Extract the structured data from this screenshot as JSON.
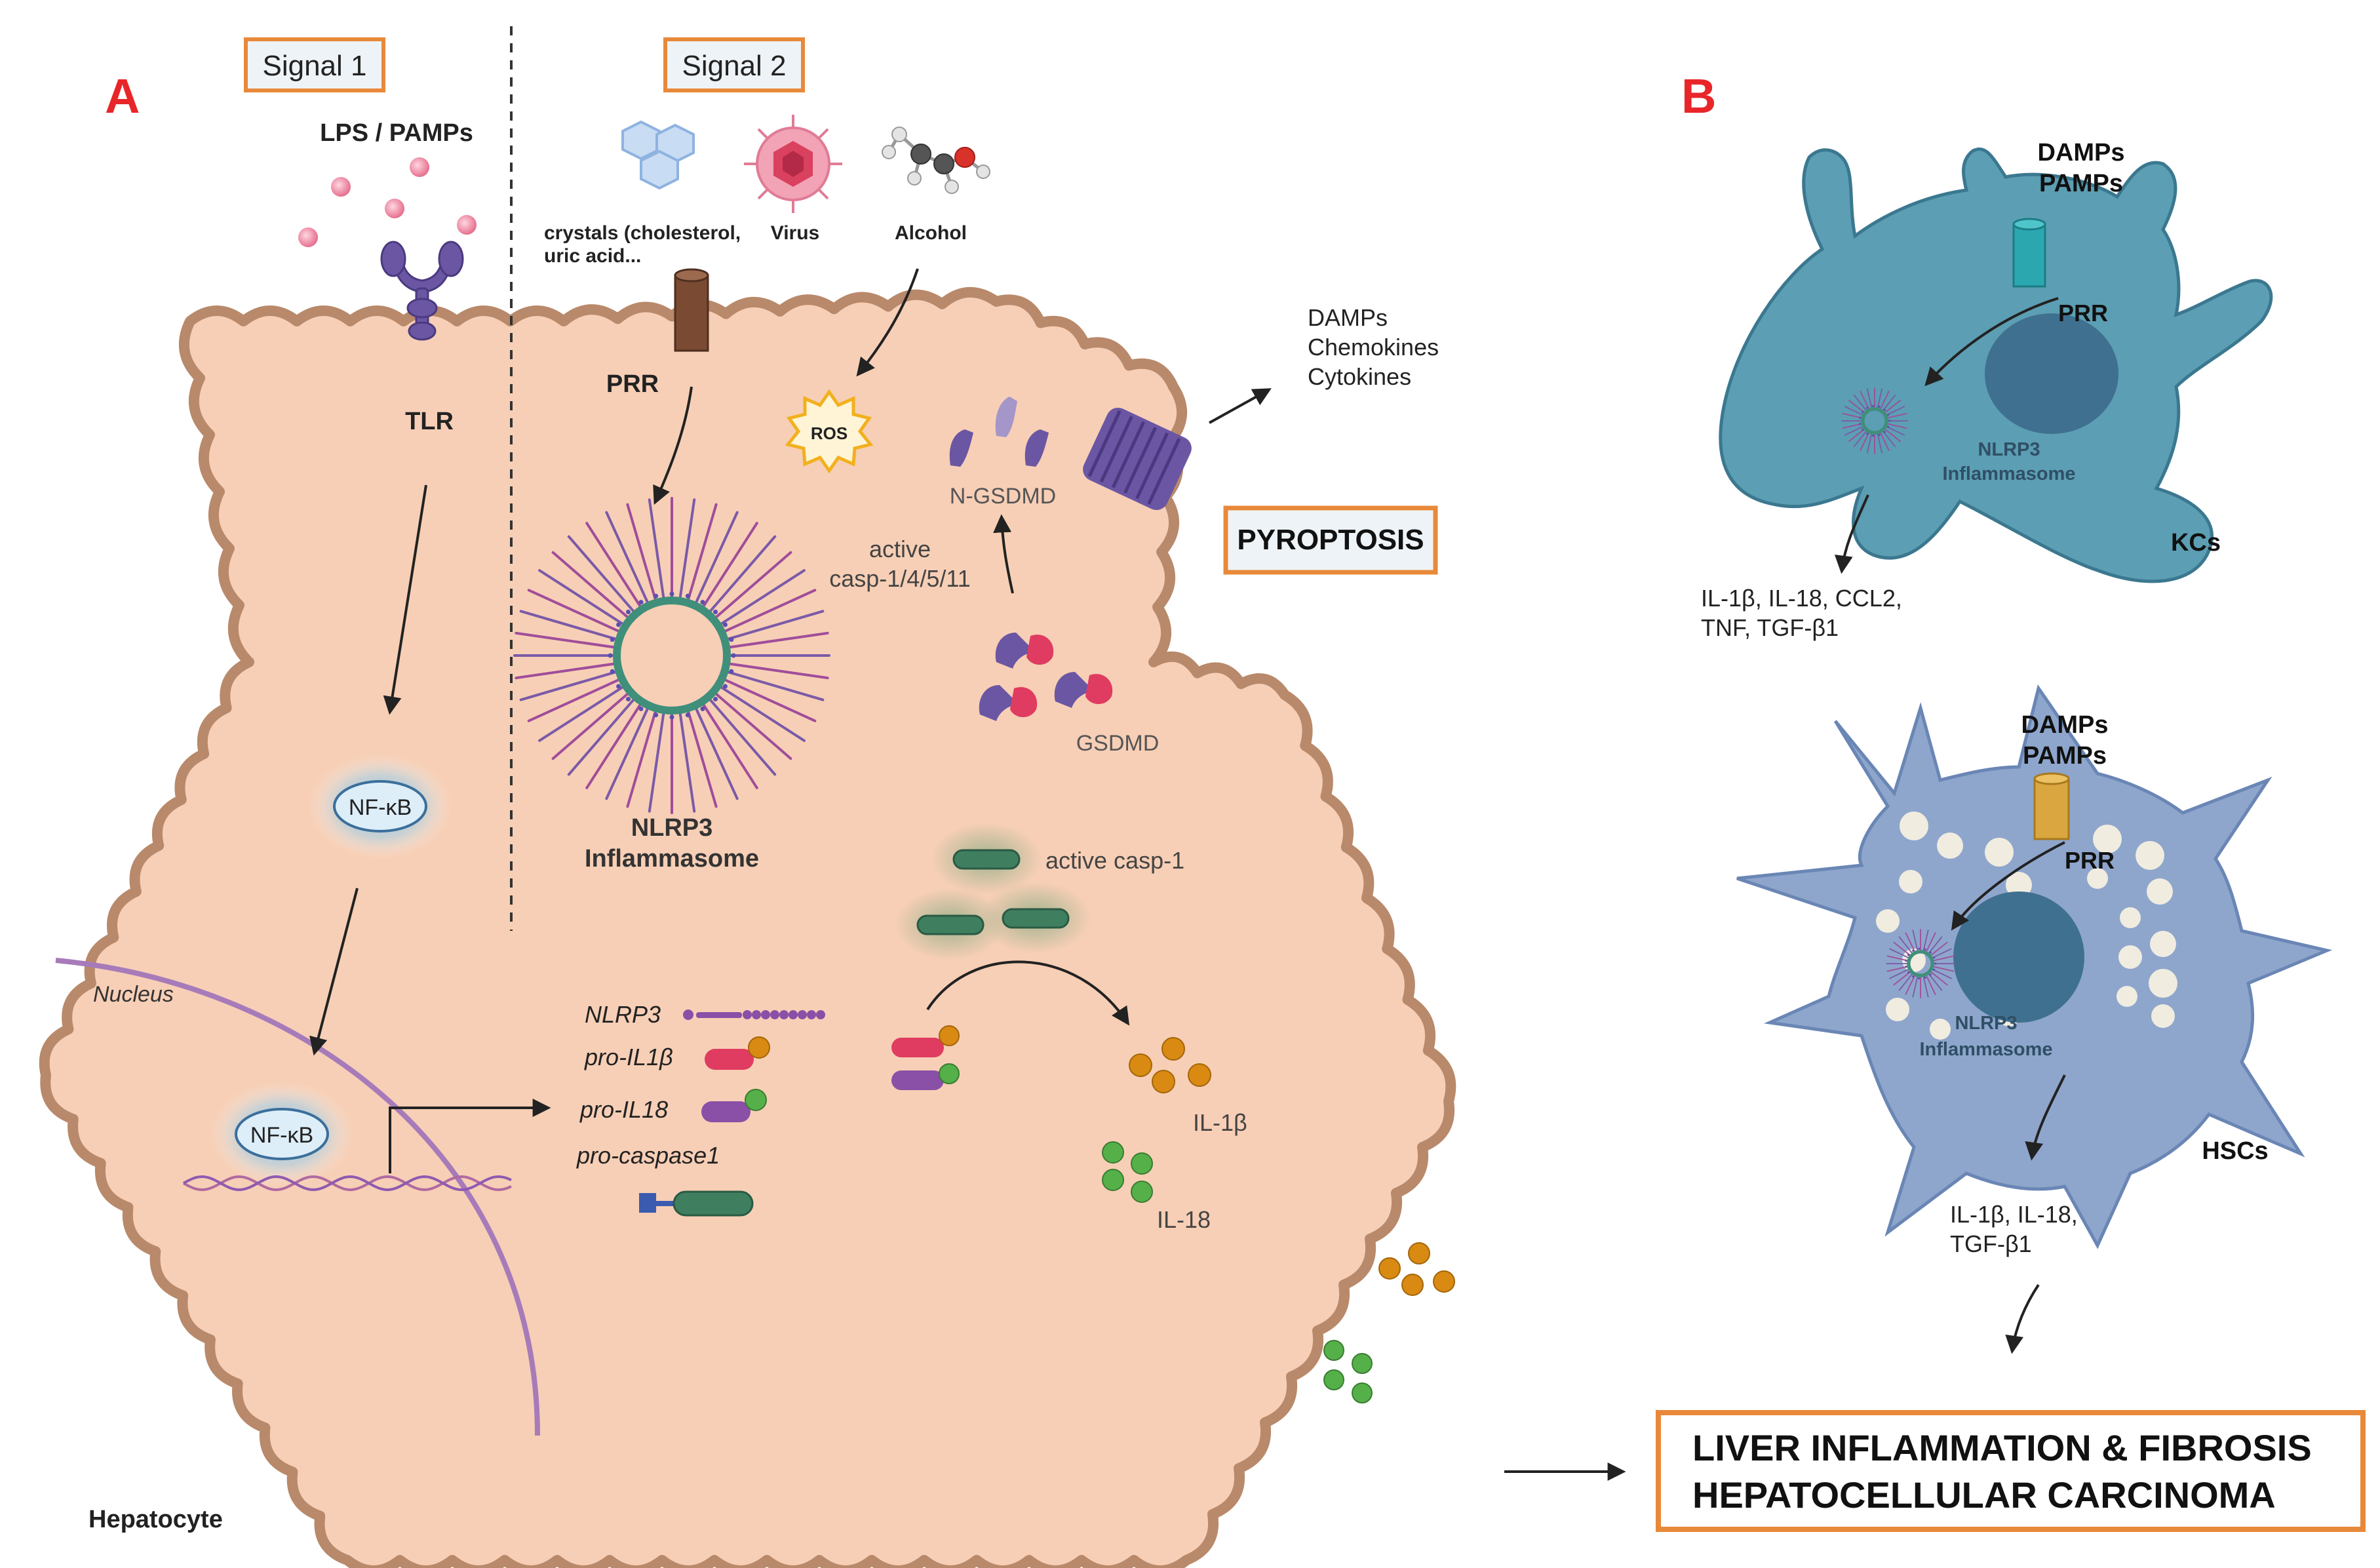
{
  "panel_a": {
    "label": "A",
    "signal1": "Signal 1",
    "signal2": "Signal 2",
    "lps": "LPS / PAMPs",
    "tlr": "TLR",
    "prr": "PRR",
    "crystals_line1": "crystals (cholesterol,",
    "crystals_line2": "uric acid...",
    "virus": "Virus",
    "alcohol": "Alcohol",
    "ros": "ROS",
    "nfkb_top": "NF-κB",
    "nfkb_bottom": "NF-κB",
    "nucleus": "Nucleus",
    "nlrp3_line1": "NLRP3",
    "nlrp3_line2": "Inflammasome",
    "ngsdmd": "N-GSDMD",
    "active_casp_line1": "active",
    "active_casp_line2": "casp-1/4/5/11",
    "gsdmd": "GSDMD",
    "damps_release": [
      "DAMPs",
      "Chemokines",
      "Cytokines"
    ],
    "pyroptosis": "PYROPTOSIS",
    "active_casp1": "active casp-1",
    "genes": [
      "NLRP3",
      "pro-IL1β",
      "pro-IL18",
      "pro-caspase1"
    ],
    "il1b": "IL-1β",
    "il18": "IL-18",
    "hepatocyte": "Hepatocyte"
  },
  "panel_b": {
    "label": "B",
    "kc": {
      "damps": "DAMPs",
      "pamps": "PAMPs",
      "prr": "PRR",
      "nlrp3_line1": "NLRP3",
      "nlrp3_line2": "Inflammasome",
      "cell": "KCs",
      "outputs_line1": "IL-1β, IL-18, CCL2,",
      "outputs_line2": "TNF, TGF-β1"
    },
    "hsc": {
      "damps": "DAMPs",
      "pamps": "PAMPs",
      "prr": "PRR",
      "nlrp3_line1": "NLRP3",
      "nlrp3_line2": "Inflammasome",
      "cell": "HSCs",
      "outputs_line1": "IL-1β, IL-18,",
      "outputs_line2": "TGF-β1"
    },
    "outcome_line1": "LIVER INFLAMMATION & FIBROSIS",
    "outcome_line2": "HEPATOCELLULAR CARCINOMA"
  },
  "colors": {
    "cell_fill": "#f7cfb6",
    "cell_border": "#b8896a",
    "box_border": "#e8893a",
    "label_red": "#e8262a",
    "kc_fill": "#5c9eb3",
    "hsc_fill": "#8ea6cc",
    "nucleus_dark": "#40708f",
    "orange_dot": "#d98a13",
    "green_dot": "#56b04a",
    "purple": "#6b4f9e",
    "nfkb_glow": "#72c1ea"
  }
}
